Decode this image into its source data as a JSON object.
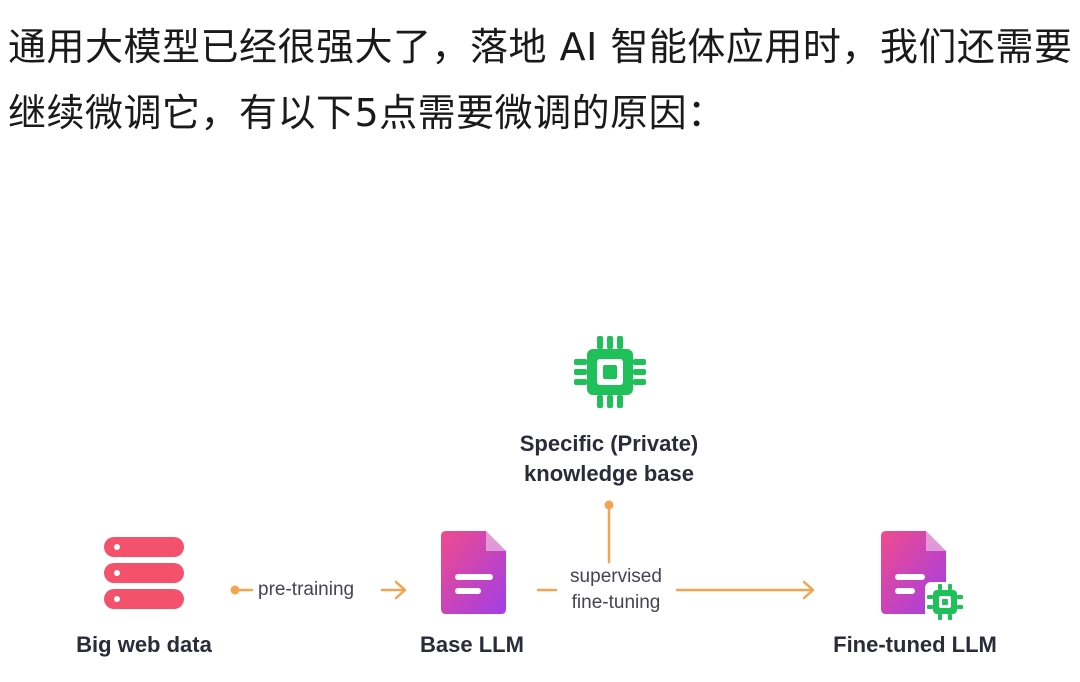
{
  "intro": {
    "text": "通用大模型已经很强大了，落地 AI 智能体应用时，我们还需要继续微调它，有以下5点需要微调的原因："
  },
  "diagram": {
    "nodes": {
      "big_web_data": {
        "label": "Big web data",
        "icon": "database-icon"
      },
      "base_llm": {
        "label": "Base LLM",
        "icon": "document-icon"
      },
      "knowledge_base": {
        "label_line1": "Specific (Private)",
        "label_line2": "knowledge base",
        "icon": "chip-icon"
      },
      "fine_tuned_llm": {
        "label": "Fine-tuned LLM",
        "icon": "document-chip-icon"
      }
    },
    "edges": {
      "pre_training": {
        "label": "pre-training"
      },
      "supervised": {
        "label_line1": "supervised",
        "label_line2": "fine-tuning"
      }
    },
    "colors": {
      "database": "#f4516c",
      "document_start": "#f04b8c",
      "document_end": "#a23ee6",
      "chip": "#1fbf5a",
      "arrow": "#f2a451",
      "label": "#2b2b3a"
    }
  }
}
